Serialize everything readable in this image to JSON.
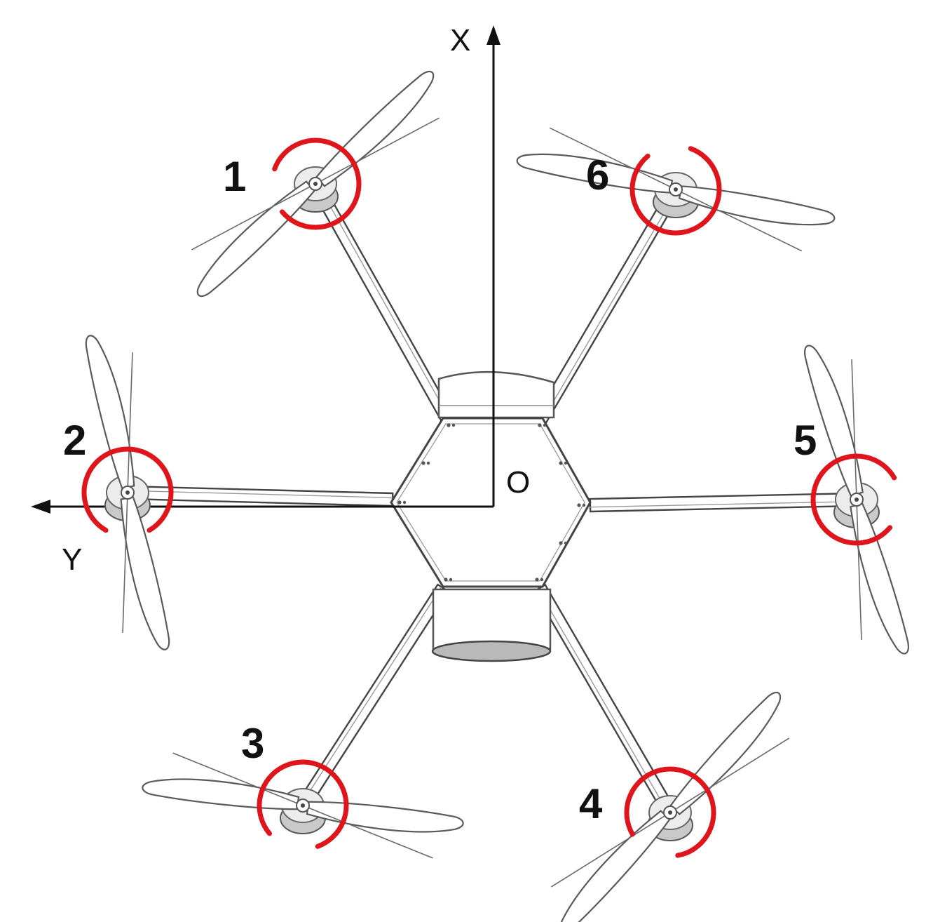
{
  "axes": {
    "x_label": "X",
    "y_label": "Y",
    "origin_label": "O"
  },
  "colors": {
    "ring": "#e0141b",
    "axis": "#111111"
  },
  "rotors": [
    {
      "label": "1"
    },
    {
      "label": "2"
    },
    {
      "label": "3"
    },
    {
      "label": "4"
    },
    {
      "label": "5"
    },
    {
      "label": "6"
    }
  ]
}
